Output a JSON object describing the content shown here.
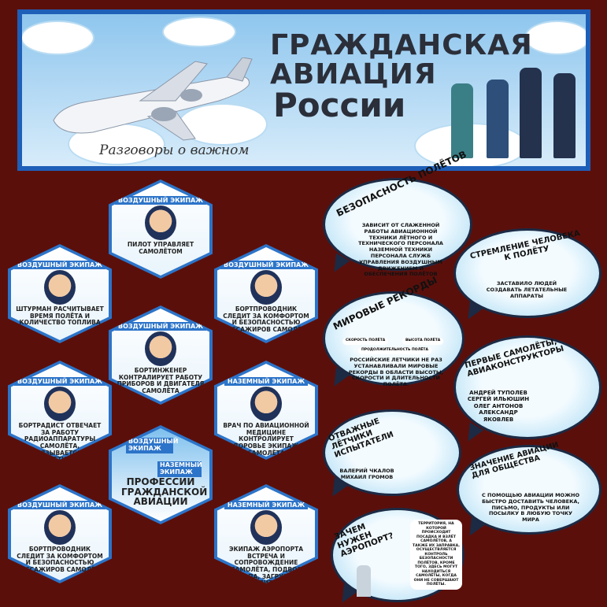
{
  "banner": {
    "title_line1": "ГРАЖДАНСКАЯ",
    "title_line2": "АВИАЦИЯ",
    "title_line3": "России",
    "subtitle": "Разговоры о важном"
  },
  "hexagons": [
    {
      "tag": "ВОЗДУШНЫЙ ЭКИПАЖ",
      "text": "Пилот управляет самолётом"
    },
    {
      "tag": "ВОЗДУШНЫЙ ЭКИПАЖ",
      "text": "Штурман расчитывает время полёта и количество топлива"
    },
    {
      "tag": "ВОЗДУШНЫЙ ЭКИПАЖ",
      "text": "Бортпроводник следит за комфортом и безопасностью пассажиров самолёта"
    },
    {
      "tag": "ВОЗДУШНЫЙ ЭКИПАЖ",
      "text": "Бортинженер контралирует работу приборов и двигателя самолёта"
    },
    {
      "tag": "ВОЗДУШНЫЙ ЭКИПАЖ",
      "text": "Бортрадист отвечает за работу радиоаппаратуры самолёта, связывается с диспетчером"
    },
    {
      "tag": "НАЗЕМНЫЙ ЭКИПАЖ",
      "text": "Врач по авиационной медицине контролирует здоровье экипажа самолёта"
    },
    {
      "tag": "ВОЗДУШНЫЙ ЭКИПАЖ",
      "text": "Бортпроводник следит за комфортом и безопасностью пассажиров самолёта"
    },
    {
      "tag": "НАЗЕМНЫЙ ЭКИПАЖ",
      "text": "Экипаж аэропорта встреча и сопровождение самолёта, подвоз трапа, загрузка бортпитания"
    }
  ],
  "center_hex": {
    "tag1": "ВОЗДУШНЫЙ ЭКИПАЖ",
    "tag2": "НАЗЕМНЫЙ ЭКИПАЖ",
    "title": "ПРОФЕССИИ ГРАЖДАНСКОЙ АВИАЦИИ"
  },
  "bubbles": {
    "safety": {
      "title": "БЕЗОПАСНОСТЬ ПОЛЁТОВ",
      "text": "Зависит от слаженной работы авиационной техники лётного и технического персонала наземной техники персонала служб управления воздушным движением и обеспечения полётов"
    },
    "aspiration": {
      "title": "СТРЕМЛЕНИЕ ЧЕЛОВЕКА К ПОЛЁТУ",
      "text": "Заставило людей создавать летательные аппараты"
    },
    "records": {
      "title": "МИРОВЫЕ РЕКОРДЫ",
      "labels": [
        "Скорость полёта",
        "Высота полёта",
        "Продолжительность полёта"
      ],
      "text": "Российские летчики не раз устанавливали мировые рекорды в области высоты, скорости и длительности полёта."
    },
    "first_planes": {
      "title": "ПЕРВЫЕ САМОЛЁТЫ, АВИАКОНСТРУКТОРЫ",
      "names": [
        "Андрей Туполев",
        "Сергей Ильюшин",
        "Олег Антонов",
        "Александр Яковлев"
      ]
    },
    "test_pilots": {
      "title": "ОТВАЖНЫЕ ЛЁТЧИКИ ИСПЫТАТЕЛИ",
      "text": "Валерий Чкалов Михаил Громов"
    },
    "importance": {
      "title": "ЗНАЧЕНИЕ АВИАЦИИ ДЛЯ ОБЩЕСТВА",
      "text": "С помощью авиации можно быстро доставить человека, письмо, продукты или посылку в любую точку мира"
    },
    "airport": {
      "title": "ЗАЧЕМ НУЖЕН АЭРОПОРТ?",
      "text": "Территория, на которой происходит посадка и взлёт самолётов, а также их заправка, осуществляется контроль безопасности полётов. Кроме того, здесь могут находиться самолёты, когда они не совершают полёты."
    }
  },
  "colors": {
    "background": "#5b0f0b",
    "accent": "#2c74c9",
    "sky": "#9fd6f2"
  }
}
